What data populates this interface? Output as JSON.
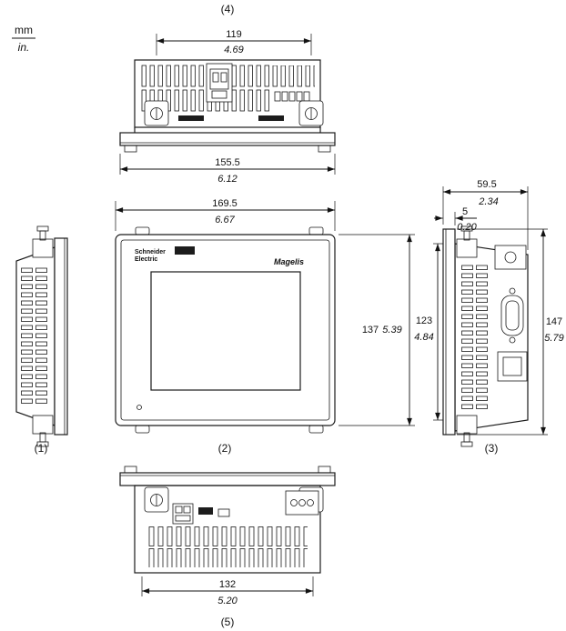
{
  "units": {
    "mm": "mm",
    "in": "in."
  },
  "view_labels": {
    "left": "(1)",
    "front": "(2)",
    "right": "(3)",
    "top": "(4)",
    "bottom": "(5)"
  },
  "front_panel": {
    "brand_line1": "Schneider",
    "brand_line2": "Electric",
    "model": "Magelis"
  },
  "dimensions": {
    "top_clip_span": {
      "mm": "119",
      "in": "4.69"
    },
    "top_overall_width": {
      "mm": "155.5",
      "in": "6.12"
    },
    "front_width": {
      "mm": "169.5",
      "in": "6.67"
    },
    "front_height": {
      "mm": "137",
      "in": "5.39"
    },
    "side_depth": {
      "mm": "59.5",
      "in": "2.34"
    },
    "bezel_depth": {
      "mm": "5",
      "in": "0.20"
    },
    "cutout_height": {
      "mm": "123",
      "in": "4.84"
    },
    "side_height": {
      "mm": "147",
      "in": "5.79"
    },
    "bottom_clip_span": {
      "mm": "132",
      "in": "5.20"
    }
  }
}
